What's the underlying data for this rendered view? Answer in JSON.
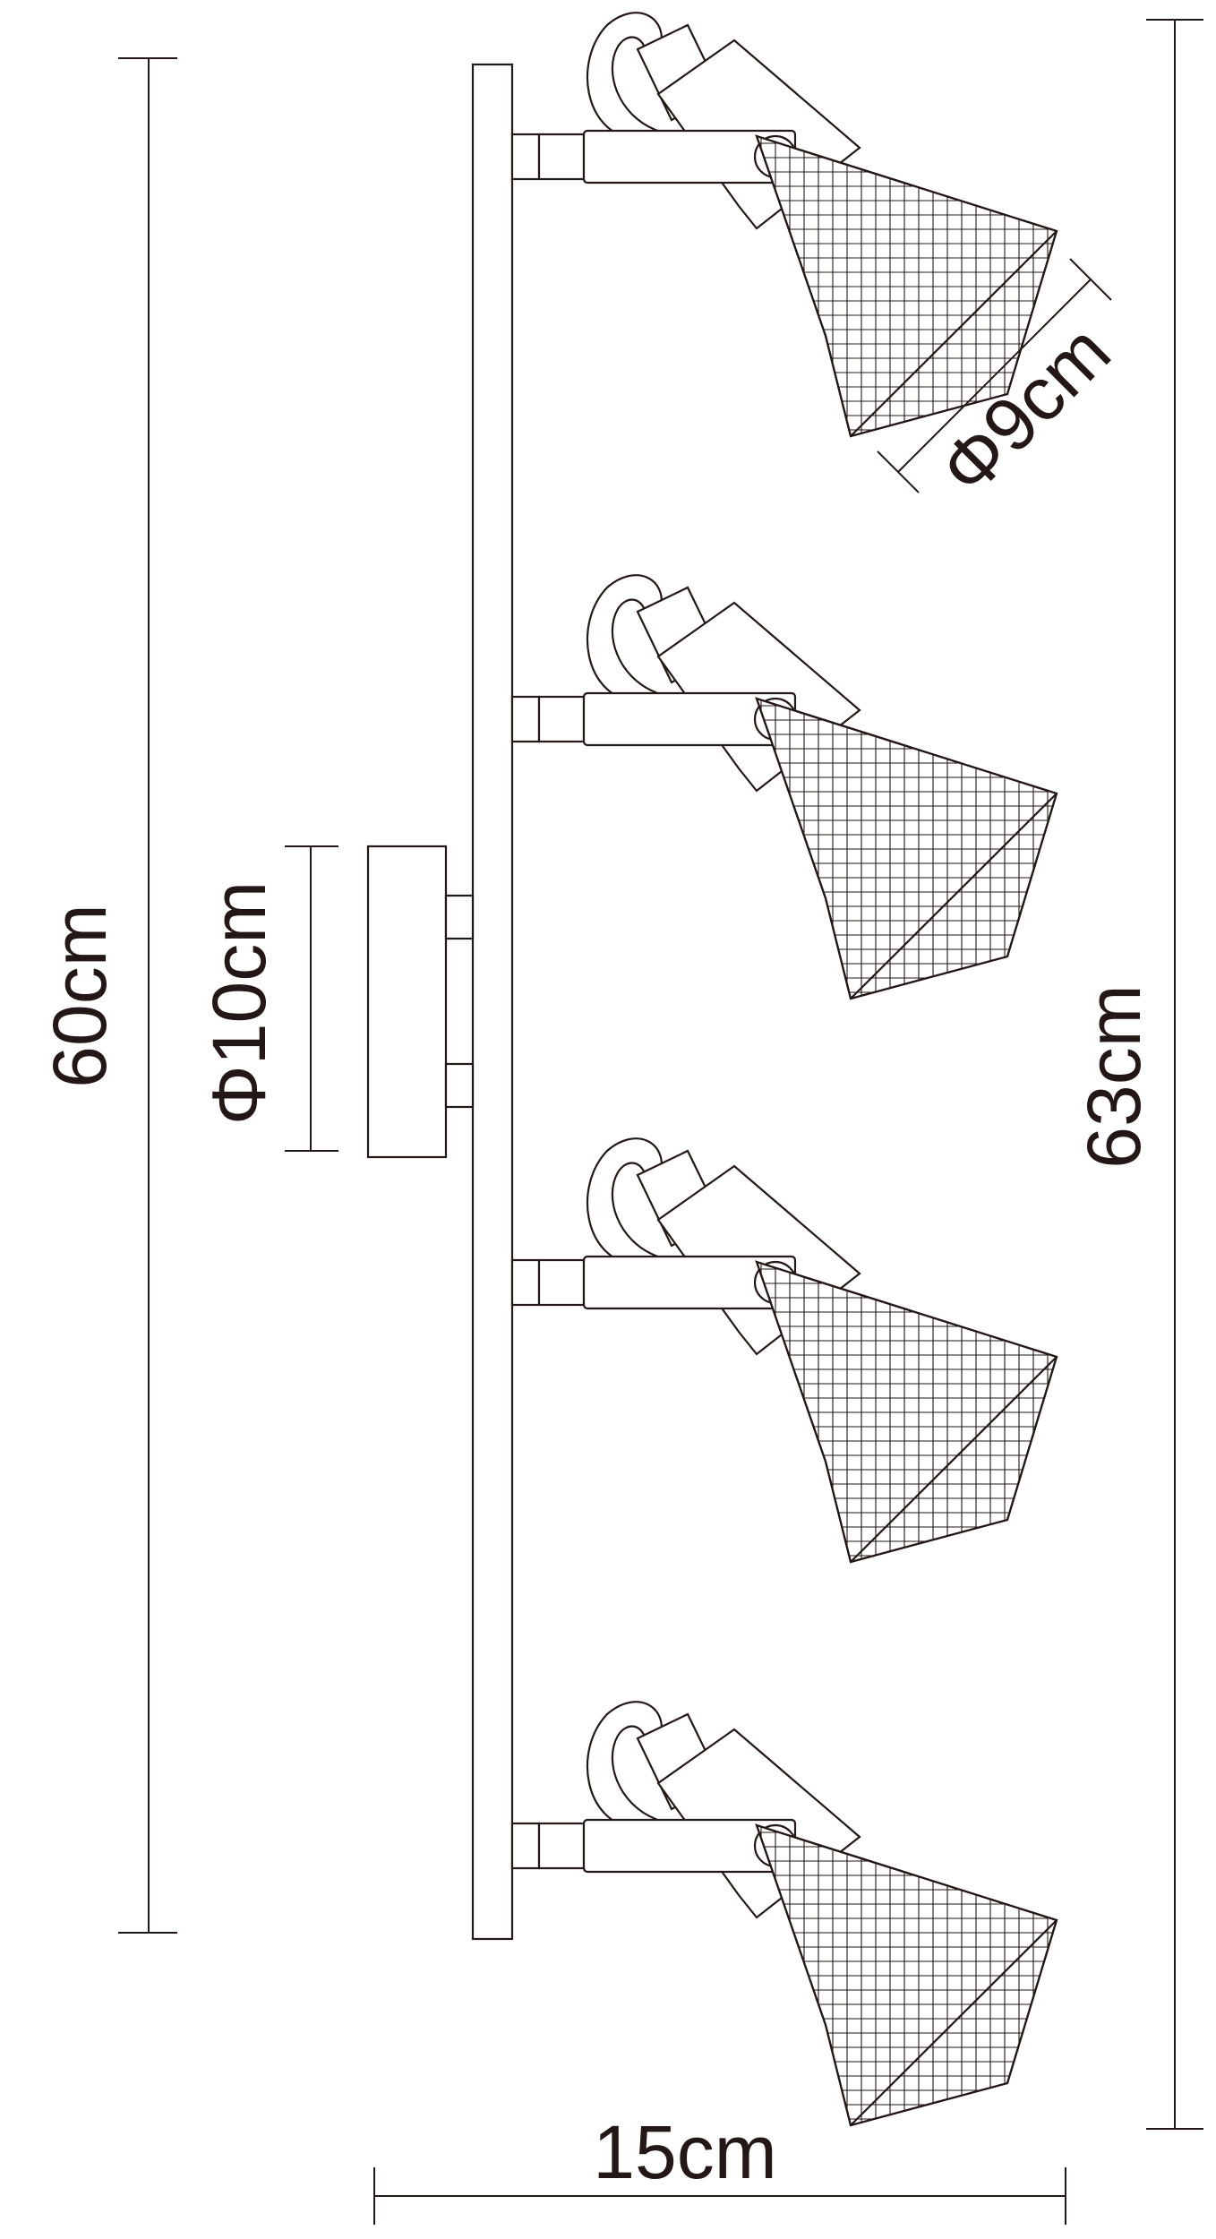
{
  "dimensions": {
    "overall_length": "63cm",
    "bar_length": "60cm",
    "canopy_diameter": "Φ10cm",
    "shade_diameter": "Φ9cm",
    "projection_depth": "15cm"
  },
  "fixture": {
    "spotlight_count": 4
  },
  "colors": {
    "line": "#231815",
    "background": "#ffffff"
  }
}
